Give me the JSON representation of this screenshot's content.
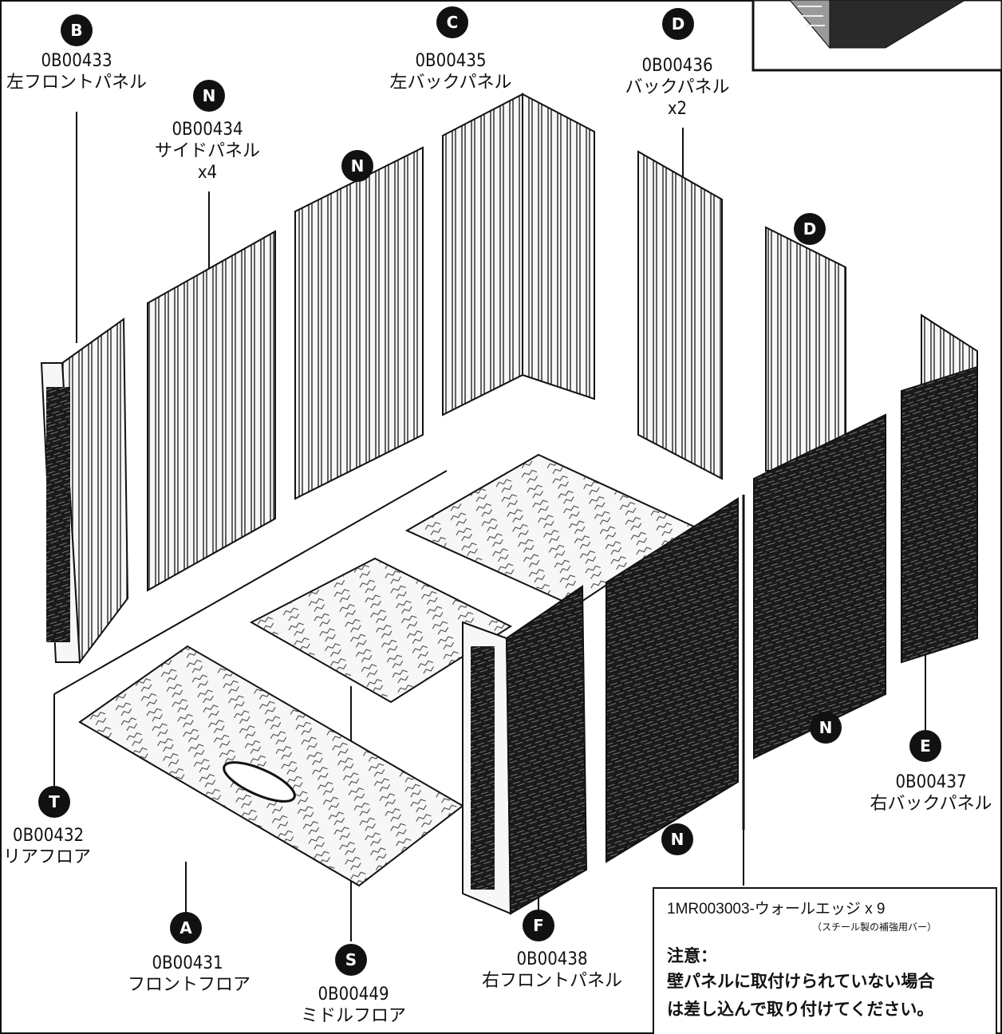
{
  "parts": {
    "B": {
      "letter": "B",
      "code": "0B00433",
      "name": "左フロントパネル"
    },
    "N_side": {
      "letter": "N",
      "code": "0B00434",
      "name": "サイドパネル",
      "qty": "x4"
    },
    "C": {
      "letter": "C",
      "code": "0B00435",
      "name": "左バックパネル"
    },
    "D": {
      "letter": "D",
      "code": "0B00436",
      "name": "バックパネル",
      "qty": "x2"
    },
    "E": {
      "letter": "E",
      "code": "0B00437",
      "name": "右バックパネル"
    },
    "T": {
      "letter": "T",
      "code": "0B00432",
      "name": "リアフロア"
    },
    "A": {
      "letter": "A",
      "code": "0B00431",
      "name": "フロントフロア"
    },
    "S": {
      "letter": "S",
      "code": "0B00449",
      "name": "ミドルフロア"
    },
    "F": {
      "letter": "F",
      "code": "0B00438",
      "name": "右フロントパネル"
    }
  },
  "markers": {
    "N": "N",
    "D": "D"
  },
  "callout": {
    "part_line": "1MR003003-ウォールエッジ x 9",
    "part_sub": "（スチール製の補強用バー）",
    "note_title": "注意：",
    "note_line1": "壁パネルに取付けられていない場合",
    "note_line2": "は差し込んで取り付けてください。"
  },
  "colors": {
    "ink": "#111111",
    "panel_fill": "#f7f7f7",
    "dark_texture": "#1a1a1a"
  }
}
